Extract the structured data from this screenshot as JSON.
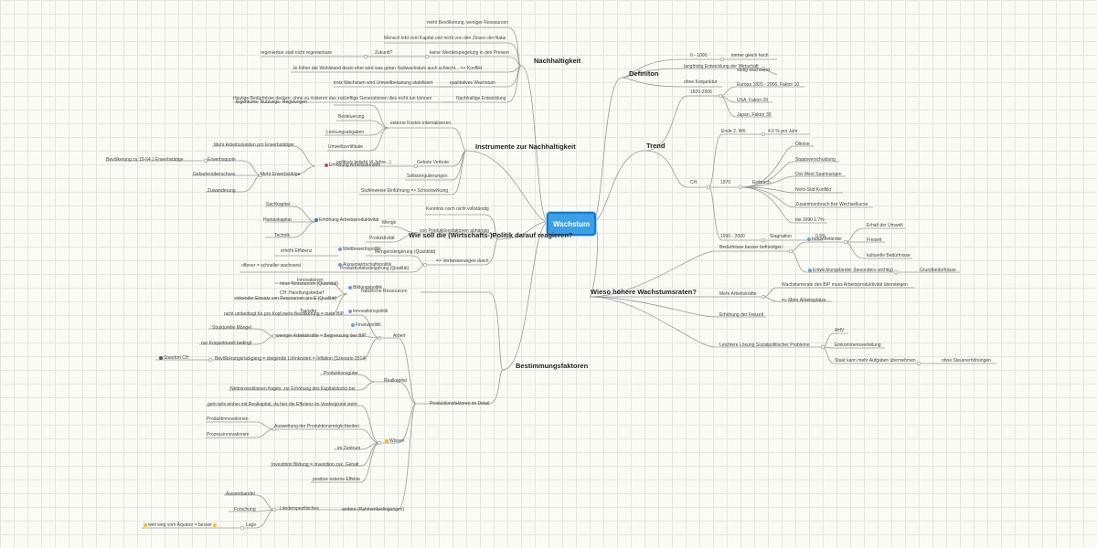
{
  "root": "Wachstum",
  "main": {
    "nachhaltigkeit": "Nachhaltigkeit",
    "instrumente": "Instrumente zur Nachhaltigkeit",
    "politik": "Wie soll die (Wirtschafts-)Politik darauf reagieren?",
    "bestimmung": "Bestimmungsfaktoren",
    "definiton": "Definiton",
    "trend": "Trend",
    "wieso": "Wieso höhere Wachstumsraten?"
  },
  "nach": {
    "a": "mehr Bevölkerung, weniger Ressourcen",
    "b": "Mensch lebt vom Kapital und nicht von den Zinsen der Natur",
    "c": "keine Wiederspiegelung in den Preisen",
    "d": "Zukunft?",
    "e": "regenierbar statt nicht regenierbare",
    "f": "Nullwachstum auch schlecht... => Konflikt",
    "g": "Je höher der Wohlstand desto eher wird was getan",
    "h": "qualitatives Wachstum",
    "i": "trotz Wachstum wird Umweltbelastung stabilisiert",
    "j": "Nachhaltige Entwicklung",
    "k": "Heutige Bedürfnisse decken, ohne zu riskieren das zukünftige Generationen dies nicht tun können"
  },
  "inst": {
    "ext": "externe Kosten internalisieren",
    "neg": "Eigentums- Nutzungs- Regelungen",
    "l1": "Besteuerung",
    "l2": "Lenkungsabgaben",
    "l3": "Umweltzertifikate",
    "gebote": "Gebote Verbote",
    "pol": "politisch beliebt (4 Jahre...)",
    "selbst": "Selbstregulierungen",
    "stufen": "Stufenweise Einführung => Schockwirkung"
  },
  "pol": {
    "kennt": "Kenntnis noch nicht vollständig",
    "von": "von Produktionsfaktoren abhängig",
    "menge": "Menge",
    "mengen": "Mengensteigerung (Quantität)",
    "prod": "Produktivität",
    "prodsteig": "Produktivitätssteigerung (Qualität)",
    "verb": "=> Verbesserungen durch",
    "wett": "Wettbewerbspolitik",
    "eff": "erhöht Effizienz",
    "aussen": "Aussenwirtschaftspolitik",
    "offen": "offener = schneller wachsend",
    "bild": "Bildungspolitik",
    "innov": "Innovationen",
    "ch": "CH: Handlungsbedarf",
    "neue": "neue Ressourcen (Quantität)",
    "sink": "sinkender Einsatz von Ressourcen pro E (Qualität)",
    "innovpol": "Innovationspolitik",
    "trans": "Transfer",
    "nicht": "nicht umbedingt für pro Kopf",
    "fin": "Finanzpolitik",
    "arbpol": "Erhöhung Arbeitsproduktivität",
    "sach": "Sachkapital",
    "hum": "Humankapital",
    "tech": "Technik",
    "mehrarb": "Mehr Arbeitsstunden pro Erwerbstätiger",
    "mehrerw": "Mehr Erwerbstätige",
    "erhstd": "Erhöhung Arbeitsstunden",
    "quote": "Erwerbsquote",
    "bev": "Bevölkerung zu 15-64 J Erwerbstätige",
    "geb": "Geburtenüberschuss",
    "zuw": "Zuwanderung"
  },
  "best": {
    "nat": "Natürliche Ressourcen",
    "mehrbev": "mehr Bevölkerung = mehr BIP",
    "arbeit": "Arbeit",
    "struk": "Strukturelle Mängel",
    "weniger": "weniger Arbeitskräfte = Begrenzung des BIP",
    "konj": "nur Konjunkturell bedingt",
    "bevr": "Bevölkerungsrückgang = steigende Lohnkosten = Inflation (Szenario 2014)",
    "standort": "Standort CH",
    "pf": "Produktionsfaktoren im Detail",
    "real": "Realkapital",
    "pg": "Produktionsgüter",
    "netto": "Nettoinvestitionen fragen: zur Erhöhung des Kapitalstocks bei",
    "geht": "geht teils einher mit Realkapital, da hier die Effizienz im Vordergrund steht",
    "wissen": "Wissen",
    "pi": "Produktinnovationen",
    "aus": "Ausweitung der Produktionsmöglichkeiten",
    "proz": "Prozessinnovationen",
    "zent": "im Zentrum",
    "inv": "Investition Bildung = Investition zuk. Gehalt",
    "pos": "positive externe Effekte",
    "ander": "andere (Rahmenbedingungen)",
    "land": "Länderspezifisches",
    "ah": "Aussenhandel",
    "for": "Forschung",
    "lage": "Lage",
    "weit": "weit weg vom Äquator = besser"
  },
  "def": {
    "a": "0 - 1000",
    "b": "immer gleich hoch",
    "c": "langfristig Entwicklung der Wirtschaft",
    "d": "stetig wachsend",
    "e": "ohne Konjunktur"
  },
  "trend": {
    "y": "1820-2006",
    "eu": "Europa 1820 - 2006, Faktor 10",
    "usa": "USA, Faktor 20",
    "jp": "Japan, Faktor 30",
    "ch": "CH",
    "ende": "Ende 2. WK",
    "pct": "4.6 % pro Jahr",
    "y70": "1970",
    "ein": "Einbruch",
    "oil": "Ölkrise",
    "sv": "Staatsverschuldung",
    "ow": "Ost-West Spannungen",
    "ns": "Nord-Süd Konflikt",
    "zus": "Zusammenbruch fixe Wechselkurse",
    "bis": "bis 1990 1.7%",
    "y90": "1990 - 2000",
    "stag": "Stagnation",
    "pct2": "0.9%"
  },
  "wieso": {
    "bed": "Bedürfnisse besser befriedigen",
    "ind": "Industrieländer",
    "erh": "Erhalt der Umwelt",
    "frei": "Freizeit",
    "kult": "kulturelle Bedürfnisse",
    "entw": "Entwicklungsländer (besonders wichtig)",
    "grund": "Grundbedürfnisse",
    "mehrk": "Mehr Arbeitskräfte",
    "wr": "Wachstumsrate des BIP muss Arbeitsproduktivität übersteigen",
    "mehrp": "=> Mehr Arbeitsplätze",
    "erhf": "Erhöhung der Freizeit",
    "leicht": "Leichtere Lösung Sozialpolitischer Probleme",
    "ahv": "AHV",
    "eink": "Einkommensverteilung",
    "staat": "Staat kann mehr Aufgaben übernehmen",
    "ohne": "ohne Steuererhöhungen"
  },
  "colors": {
    "root_fill": "#3ba0e6",
    "root_border": "#1b78c8",
    "line": "#9a9a9a"
  }
}
